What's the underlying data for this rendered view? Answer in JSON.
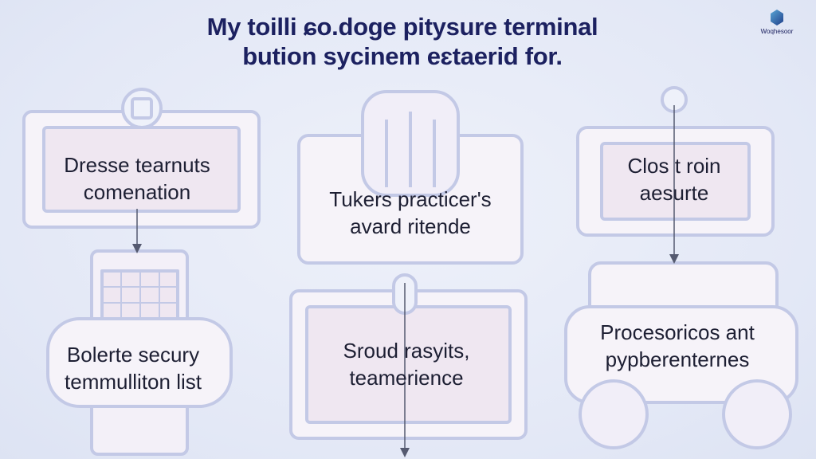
{
  "title": {
    "line1": "My toilli ɕo.doge pitysure terminal",
    "line2": "bution sycinem eɛtaerid for."
  },
  "logo": {
    "text": "Woqhesoor",
    "icon": "cube-icon"
  },
  "nodes": [
    {
      "id": "tl",
      "line1": "Dresse tearnuts",
      "line2": "comenation",
      "icon": "document-icon"
    },
    {
      "id": "tc",
      "line1": "Tukers practicer's",
      "line2": "avard ritende",
      "icon": "building-icon"
    },
    {
      "id": "tr",
      "line1": "Clos t roin",
      "line2": "aesurte",
      "icon": "pin-icon"
    },
    {
      "id": "bl",
      "line1": "Bolerte secury",
      "line2": "temmulliton list",
      "icon": "grid-icon"
    },
    {
      "id": "bc",
      "line1": "Sroud rasyits,",
      "line2": "teamerience",
      "icon": "lock-icon"
    },
    {
      "id": "br",
      "line1": "Procesoricos ant",
      "line2": "pypberenternes",
      "icon": "terminal-icon"
    }
  ],
  "colors": {
    "title": "#1c2160",
    "stroke": "#c3c9e6",
    "panel": "#f1ebf3",
    "background": "#e6ebf7"
  }
}
